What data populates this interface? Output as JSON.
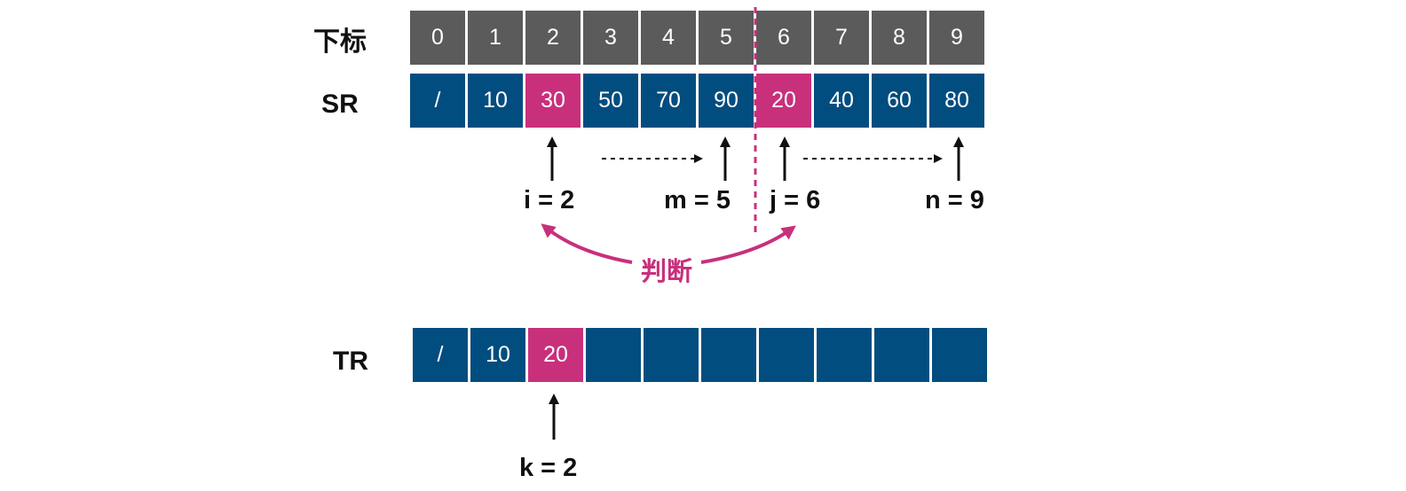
{
  "labels": {
    "index_row": "下标",
    "sr_row": "SR",
    "tr_row": "TR",
    "judge": "判断"
  },
  "indices": [
    "0",
    "1",
    "2",
    "3",
    "4",
    "5",
    "6",
    "7",
    "8",
    "9"
  ],
  "sr_values": [
    "/",
    "10",
    "30",
    "50",
    "70",
    "90",
    "20",
    "40",
    "60",
    "80"
  ],
  "sr_highlight": [
    2,
    6
  ],
  "tr_values": [
    "/",
    "10",
    "20",
    "",
    "",
    "",
    "",
    "",
    "",
    ""
  ],
  "tr_highlight": [
    2
  ],
  "pointers": {
    "i": "i = 2",
    "m": "m = 5",
    "j": "j = 6",
    "n": "n = 9",
    "k": "k = 2"
  },
  "colors": {
    "index_cell": "#5b5b5b",
    "value_cell": "#024d7f",
    "highlight": "#c8307c",
    "arrow": "#111111"
  }
}
